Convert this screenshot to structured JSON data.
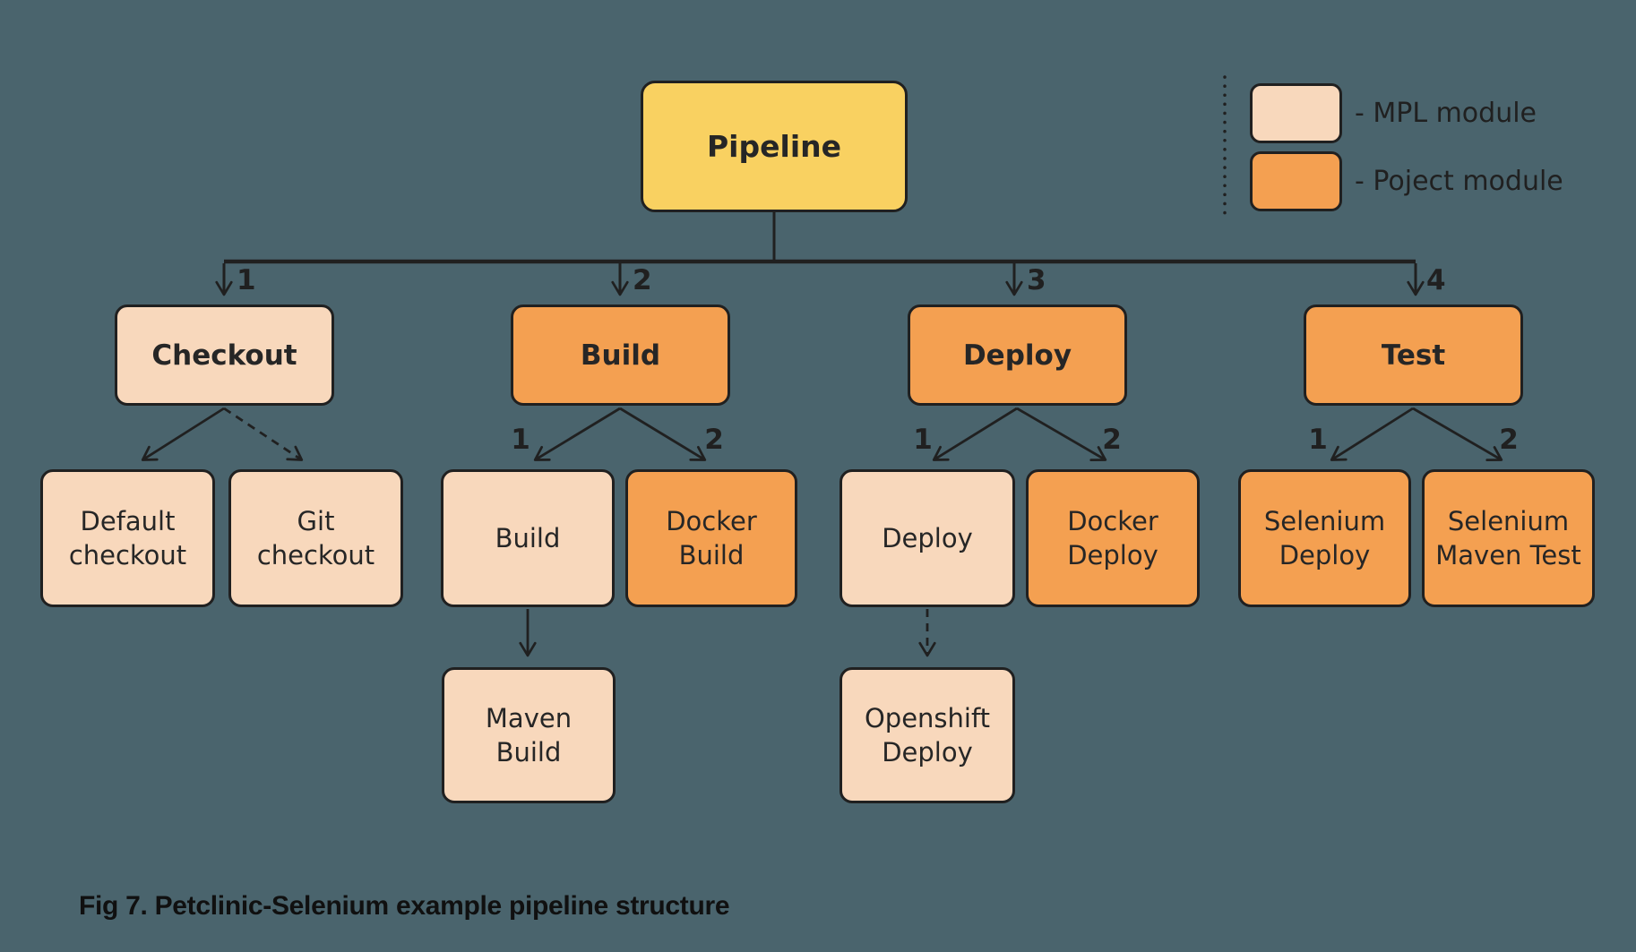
{
  "colors": {
    "background": "#4A646D",
    "line": "#202020",
    "pipeline": "#F9D161",
    "mpl": "#F8D8BC",
    "project": "#F4A051",
    "text": "#262626"
  },
  "pipeline": {
    "label": "Pipeline"
  },
  "stages": {
    "checkout": {
      "order": "1",
      "label": "Checkout",
      "modules": {
        "default_checkout": {
          "label": "Default checkout"
        },
        "git_checkout": {
          "label": "Git checkout"
        }
      }
    },
    "build": {
      "order": "2",
      "label": "Build",
      "modules": {
        "build": {
          "order": "1",
          "label": "Build",
          "submodules": {
            "maven_build": {
              "label": "Maven Build"
            }
          }
        },
        "docker_build": {
          "order": "2",
          "label": "Docker Build"
        }
      }
    },
    "deploy": {
      "order": "3",
      "label": "Deploy",
      "modules": {
        "deploy": {
          "order": "1",
          "label": "Deploy",
          "submodules": {
            "openshift_deploy": {
              "label": "Openshift Deploy"
            }
          }
        },
        "docker_deploy": {
          "order": "2",
          "label": "Docker Deploy"
        }
      }
    },
    "test": {
      "order": "4",
      "label": "Test",
      "modules": {
        "selenium_deploy": {
          "order": "1",
          "label": "Selenium Deploy"
        },
        "selenium_maven_test": {
          "order": "2",
          "label": "Selenium Maven Test"
        }
      }
    }
  },
  "legend": {
    "mpl": {
      "label": "- MPL module"
    },
    "project": {
      "label": "- Poject module"
    }
  },
  "caption": "Fig 7. Petclinic-Selenium example pipeline structure"
}
